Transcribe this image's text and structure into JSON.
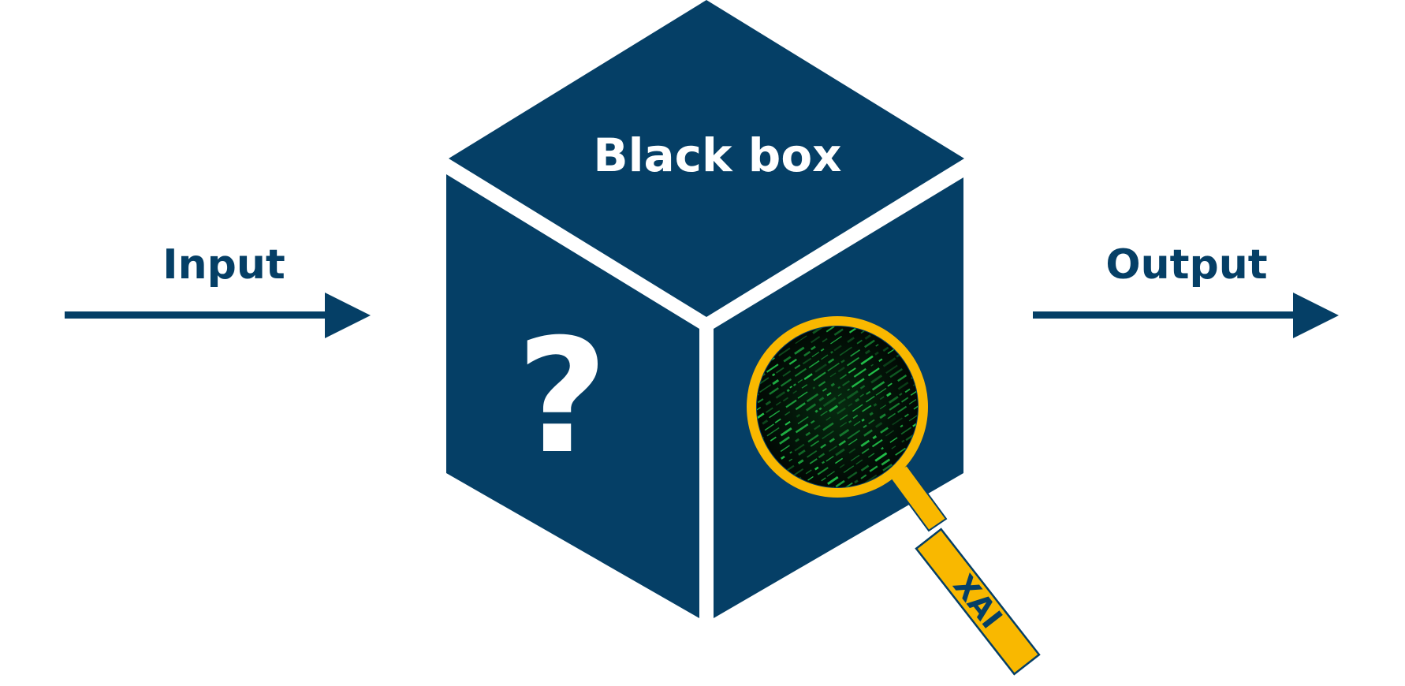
{
  "diagram": {
    "input_label": "Input",
    "output_label": "Output",
    "box_label": "Black box",
    "unknown_symbol": "?",
    "lens_handle_label": "XAI"
  },
  "colors": {
    "navy": "#053F66",
    "gold": "#F9B800",
    "code_green": "#22C24A",
    "lens_dark": "#041208",
    "background": "#FFFFFF"
  }
}
